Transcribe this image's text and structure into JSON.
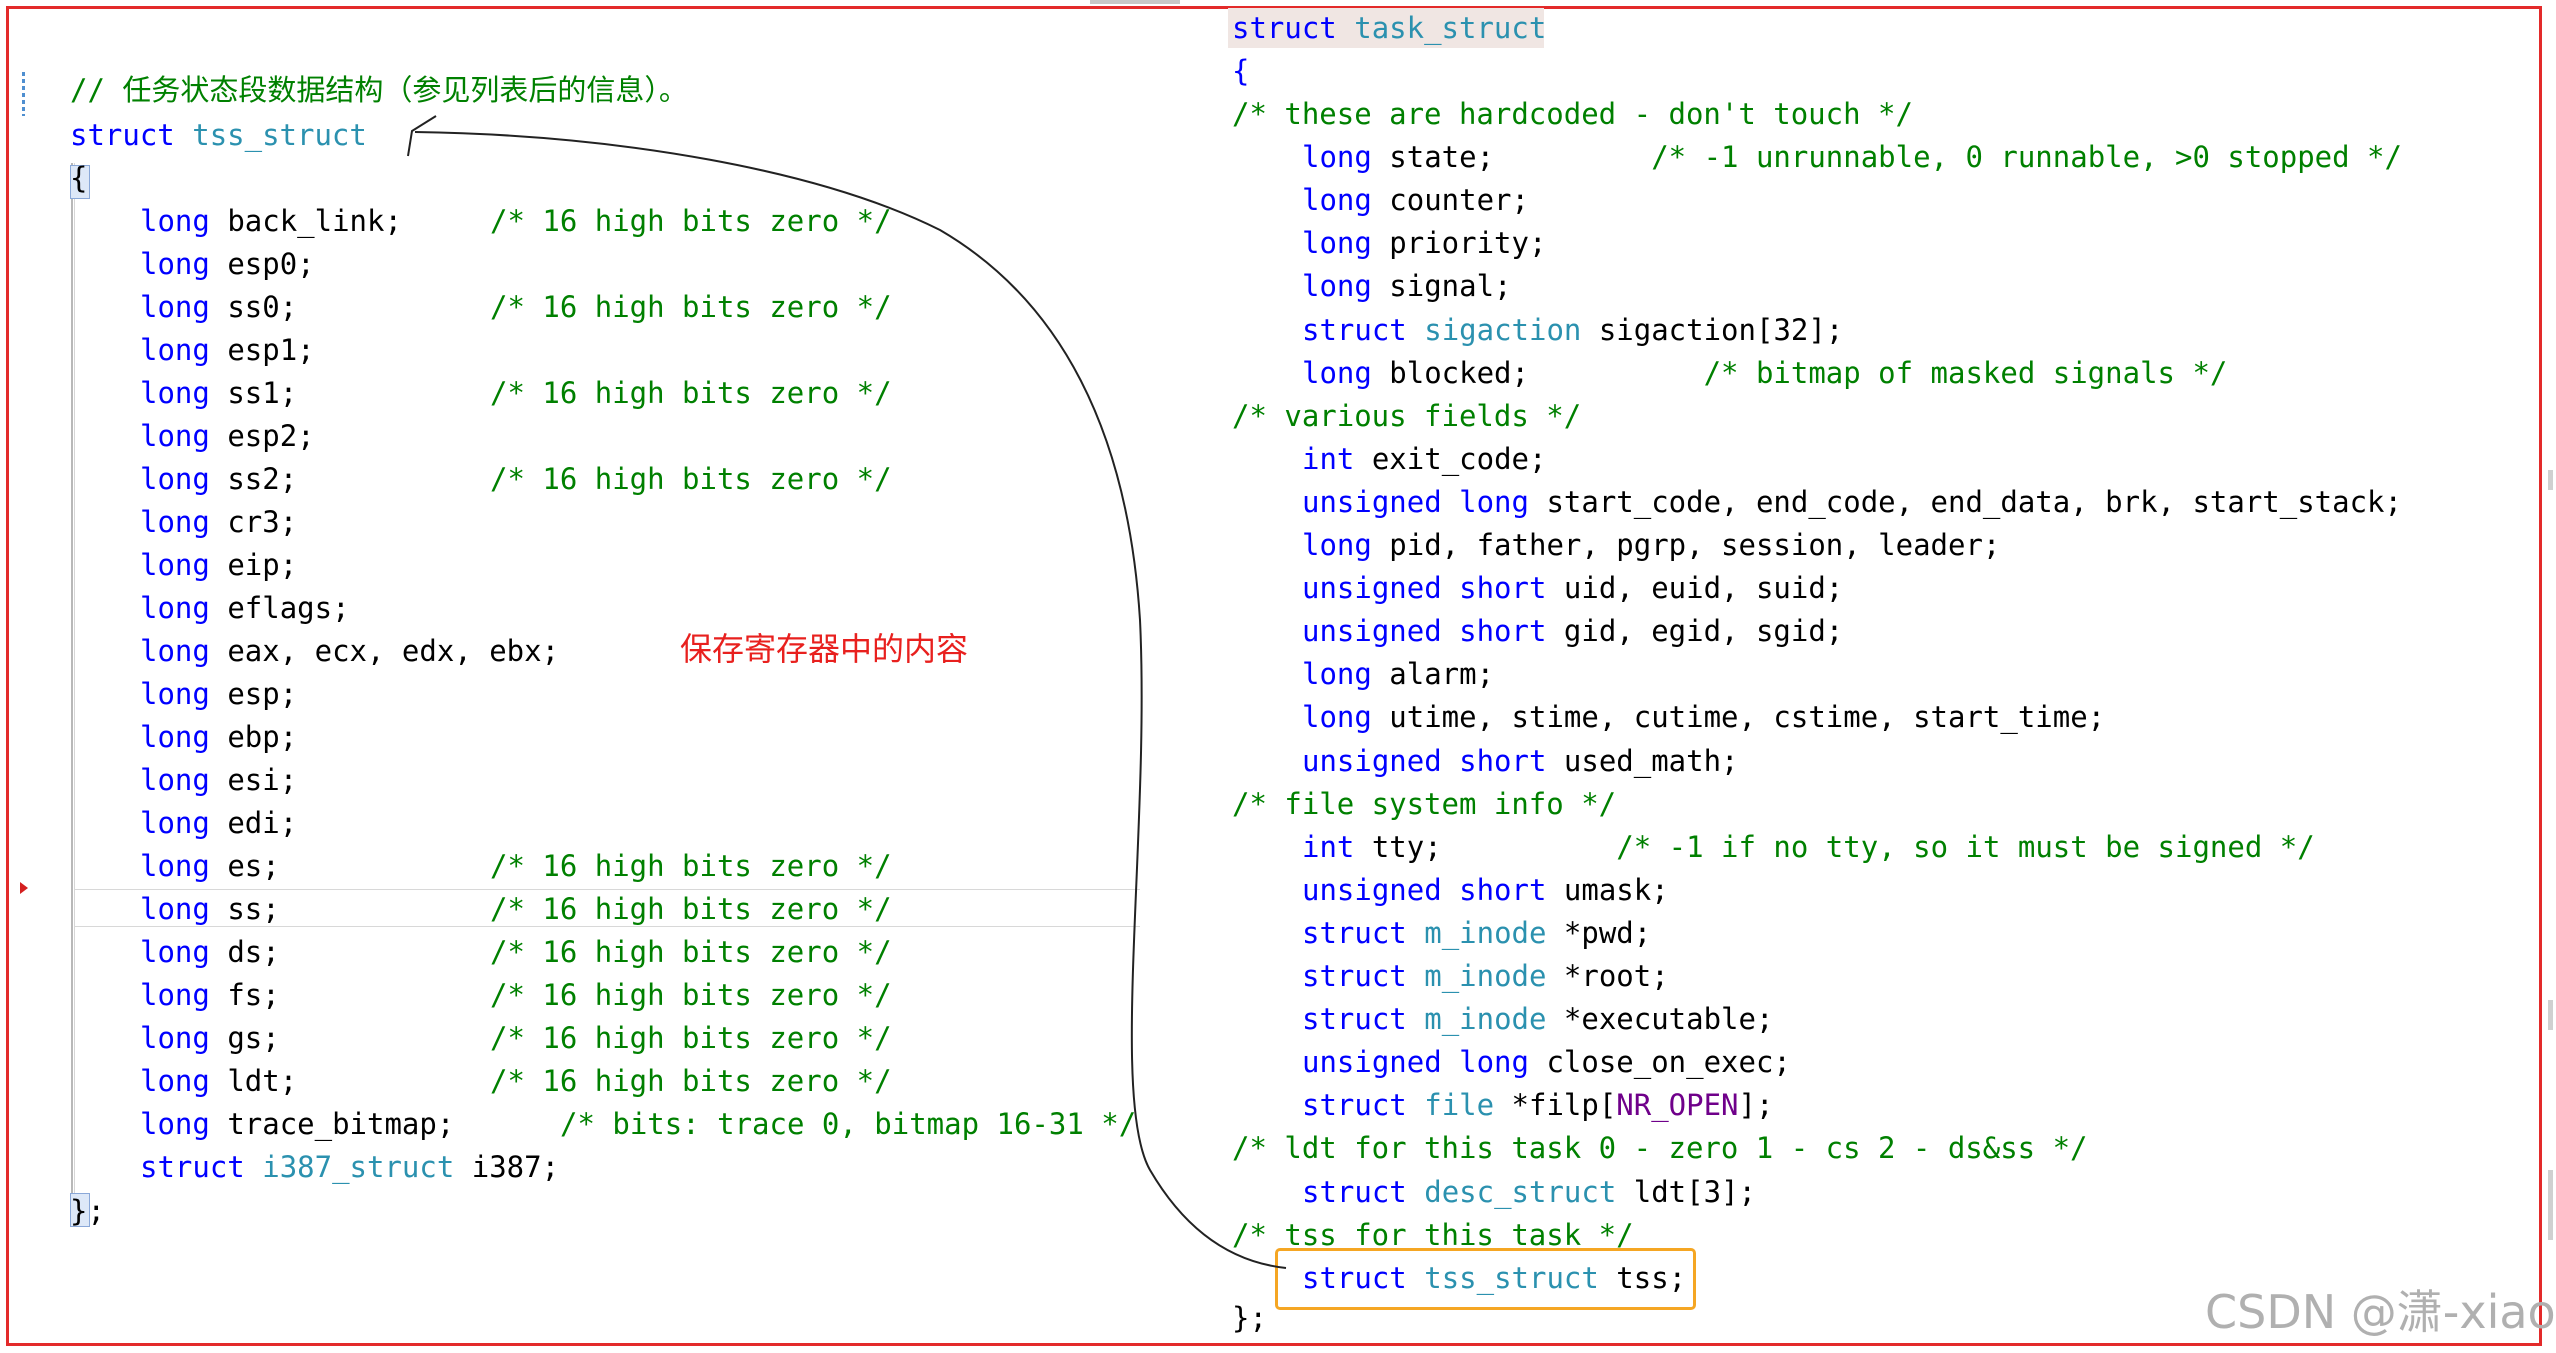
{
  "left_code": {
    "comment_title": "// 任务状态段数据结构（参见列表后的信息）。",
    "struct_kw": "struct",
    "struct_name": "tss_struct",
    "open_brace": "{",
    "close_brace": "};",
    "fields": [
      {
        "type": "long",
        "decl": "back_link;",
        "comment": "/* 16 high bits zero */"
      },
      {
        "type": "long",
        "decl": "esp0;",
        "comment": ""
      },
      {
        "type": "long",
        "decl": "ss0;",
        "comment": "/* 16 high bits zero */"
      },
      {
        "type": "long",
        "decl": "esp1;",
        "comment": ""
      },
      {
        "type": "long",
        "decl": "ss1;",
        "comment": "/* 16 high bits zero */"
      },
      {
        "type": "long",
        "decl": "esp2;",
        "comment": ""
      },
      {
        "type": "long",
        "decl": "ss2;",
        "comment": "/* 16 high bits zero */"
      },
      {
        "type": "long",
        "decl": "cr3;",
        "comment": ""
      },
      {
        "type": "long",
        "decl": "eip;",
        "comment": ""
      },
      {
        "type": "long",
        "decl": "eflags;",
        "comment": ""
      },
      {
        "type": "long",
        "decl": "eax, ecx, edx, ebx;",
        "comment": ""
      },
      {
        "type": "long",
        "decl": "esp;",
        "comment": ""
      },
      {
        "type": "long",
        "decl": "ebp;",
        "comment": ""
      },
      {
        "type": "long",
        "decl": "esi;",
        "comment": ""
      },
      {
        "type": "long",
        "decl": "edi;",
        "comment": ""
      },
      {
        "type": "long",
        "decl": "es;",
        "comment": "/* 16 high bits zero */"
      },
      {
        "type": "long",
        "decl": "ss;",
        "comment": "/* 16 high bits zero */"
      },
      {
        "type": "long",
        "decl": "ds;",
        "comment": "/* 16 high bits zero */"
      },
      {
        "type": "long",
        "decl": "fs;",
        "comment": "/* 16 high bits zero */"
      },
      {
        "type": "long",
        "decl": "gs;",
        "comment": "/* 16 high bits zero */"
      },
      {
        "type": "long",
        "decl": "ldt;",
        "comment": "/* 16 high bits zero */"
      },
      {
        "type": "long",
        "decl": "trace_bitmap;",
        "comment": "/* bits: trace 0, bitmap 16-31 */"
      }
    ],
    "last_field": {
      "kw": "struct",
      "type": "i387_struct",
      "decl": "i387;"
    }
  },
  "annotation": "保存寄存器中的内容",
  "right_code": {
    "title_kw": "struct",
    "title_name": "task_struct",
    "open_brace": "{",
    "close_brace": "};",
    "lines": [
      {
        "indent": 0,
        "segs": [
          [
            "cm",
            "/* these are hardcoded - don't touch */"
          ]
        ]
      },
      {
        "indent": 1,
        "segs": [
          [
            "kw",
            "long"
          ],
          [
            "",
            " state;         "
          ],
          [
            "cm",
            "/* -1 unrunnable, 0 runnable, >0 stopped */"
          ]
        ]
      },
      {
        "indent": 1,
        "segs": [
          [
            "kw",
            "long"
          ],
          [
            "",
            " counter;"
          ]
        ]
      },
      {
        "indent": 1,
        "segs": [
          [
            "kw",
            "long"
          ],
          [
            "",
            " priority;"
          ]
        ]
      },
      {
        "indent": 1,
        "segs": [
          [
            "kw",
            "long"
          ],
          [
            "",
            " signal;"
          ]
        ]
      },
      {
        "indent": 1,
        "segs": [
          [
            "kw",
            "struct"
          ],
          [
            "",
            " "
          ],
          [
            "ty",
            "sigaction"
          ],
          [
            "",
            " sigaction["
          ],
          [
            "num",
            "32"
          ],
          [
            "",
            "];"
          ]
        ]
      },
      {
        "indent": 1,
        "segs": [
          [
            "kw",
            "long"
          ],
          [
            "",
            " blocked;          "
          ],
          [
            "cm",
            "/* bitmap of masked signals */"
          ]
        ]
      },
      {
        "indent": 0,
        "segs": [
          [
            "cm",
            "/* various fields */"
          ]
        ]
      },
      {
        "indent": 1,
        "segs": [
          [
            "kw",
            "int"
          ],
          [
            "",
            " exit_code;"
          ]
        ]
      },
      {
        "indent": 1,
        "segs": [
          [
            "kw",
            "unsigned long"
          ],
          [
            "",
            " start_code, end_code, end_data, brk, start_stack;"
          ]
        ]
      },
      {
        "indent": 1,
        "segs": [
          [
            "kw",
            "long"
          ],
          [
            "",
            " pid, father, pgrp, session, leader;"
          ]
        ]
      },
      {
        "indent": 1,
        "segs": [
          [
            "kw",
            "unsigned short"
          ],
          [
            "",
            " uid, euid, suid;"
          ]
        ]
      },
      {
        "indent": 1,
        "segs": [
          [
            "kw",
            "unsigned short"
          ],
          [
            "",
            " gid, egid, sgid;"
          ]
        ]
      },
      {
        "indent": 1,
        "segs": [
          [
            "kw",
            "long"
          ],
          [
            "",
            " alarm;"
          ]
        ]
      },
      {
        "indent": 1,
        "segs": [
          [
            "kw",
            "long"
          ],
          [
            "",
            " utime, stime, cutime, cstime, start_time;"
          ]
        ]
      },
      {
        "indent": 1,
        "segs": [
          [
            "kw",
            "unsigned short"
          ],
          [
            "",
            " used_math;"
          ]
        ]
      },
      {
        "indent": 0,
        "segs": [
          [
            "cm",
            "/* file system info */"
          ]
        ]
      },
      {
        "indent": 1,
        "segs": [
          [
            "kw",
            "int"
          ],
          [
            "",
            " tty;          "
          ],
          [
            "cm",
            "/* -1 if no tty, so it must be signed */"
          ]
        ]
      },
      {
        "indent": 1,
        "segs": [
          [
            "kw",
            "unsigned short"
          ],
          [
            "",
            " umask;"
          ]
        ]
      },
      {
        "indent": 1,
        "segs": [
          [
            "kw",
            "struct"
          ],
          [
            "",
            " "
          ],
          [
            "ty",
            "m_inode"
          ],
          [
            "",
            " *pwd;"
          ]
        ]
      },
      {
        "indent": 1,
        "segs": [
          [
            "kw",
            "struct"
          ],
          [
            "",
            " "
          ],
          [
            "ty",
            "m_inode"
          ],
          [
            "",
            " *root;"
          ]
        ]
      },
      {
        "indent": 1,
        "segs": [
          [
            "kw",
            "struct"
          ],
          [
            "",
            " "
          ],
          [
            "ty",
            "m_inode"
          ],
          [
            "",
            " *executable;"
          ]
        ]
      },
      {
        "indent": 1,
        "segs": [
          [
            "kw",
            "unsigned long"
          ],
          [
            "",
            " close_on_exec;"
          ]
        ]
      },
      {
        "indent": 1,
        "segs": [
          [
            "kw",
            "struct"
          ],
          [
            "",
            " "
          ],
          [
            "ty",
            "file"
          ],
          [
            "",
            " *filp["
          ],
          [
            "nr",
            "NR_OPEN"
          ],
          [
            "",
            "];"
          ]
        ]
      },
      {
        "indent": 0,
        "segs": [
          [
            "cm",
            "/* ldt for this task 0 - zero 1 - cs 2 - ds&ss */"
          ]
        ]
      },
      {
        "indent": 1,
        "segs": [
          [
            "kw",
            "struct"
          ],
          [
            "",
            " "
          ],
          [
            "ty",
            "desc_struct"
          ],
          [
            "",
            " ldt["
          ],
          [
            "num",
            "3"
          ],
          [
            "",
            "];"
          ]
        ]
      },
      {
        "indent": 0,
        "segs": [
          [
            "cm",
            "/* tss for this task */"
          ]
        ]
      },
      {
        "indent": 1,
        "segs": [
          [
            "kw",
            "struct"
          ],
          [
            "",
            " "
          ],
          [
            "ty",
            "tss_struct"
          ],
          [
            "",
            " tss;"
          ]
        ]
      }
    ]
  },
  "watermark": "CSDN @潇-xiao",
  "colors": {
    "keyword": "#0000ff",
    "type": "#2b91af",
    "comment": "#008000",
    "macro": "#6f008a",
    "frame_red": "#e32a2a",
    "annotation_red": "#e8201e",
    "highlight_orange": "#f5a623"
  },
  "icons": [
    "outlining-collapse-marker",
    "breakpoint-arrow-marker",
    "hand-drawn-arrow"
  ]
}
